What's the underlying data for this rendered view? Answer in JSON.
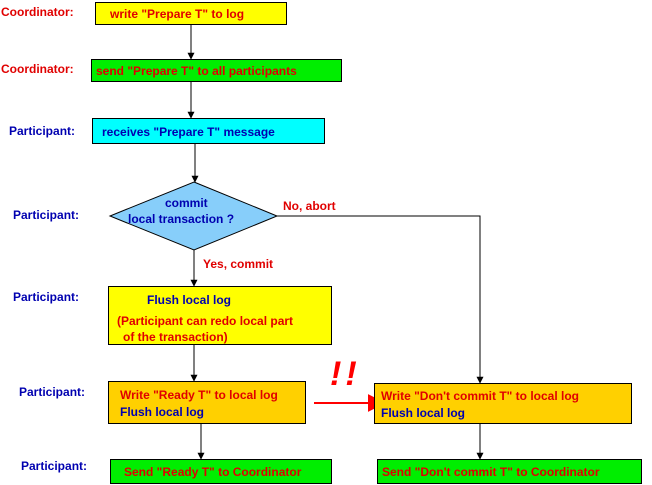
{
  "colors": {
    "role_red": "#e00000",
    "role_blue": "#0000b0",
    "text_red": "#e00000",
    "text_blue": "#0000b0",
    "yellow": "#ffff00",
    "green": "#00ee00",
    "cyan": "#00ffff",
    "diamond": "#87cefa",
    "gold": "#ffd000",
    "bang": "#ff0000"
  },
  "roles": [
    "Coordinator:",
    "Coordinator:",
    "Participant:",
    "Participant:",
    "Participant:",
    "Participant:",
    "Participant:"
  ],
  "steps": {
    "write_prepare": "write \"Prepare T\" to log",
    "send_prepare": "send \"Prepare T\" to all participants",
    "receive_prepare": "receives \"Prepare T\" message",
    "decision_line1": "commit",
    "decision_line2": "local transaction ?",
    "flush_line1": "Flush local log",
    "flush_line2": "(Participant can redo local part",
    "flush_line3": "of the transaction)",
    "ready_line1": "Write \"Ready T\" to local log",
    "ready_line2": "Flush local log",
    "dont_line1": "Write \"Don't commit T\" to local log",
    "dont_line2": "Flush local log",
    "send_ready": "Send \"Ready T\" to Coordinator",
    "send_dont": "Send \"Don't commit T\" to Coordinator"
  },
  "edge_labels": {
    "no_abort": "No, abort",
    "yes_commit": "Yes, commit",
    "exclaim": "!!"
  }
}
